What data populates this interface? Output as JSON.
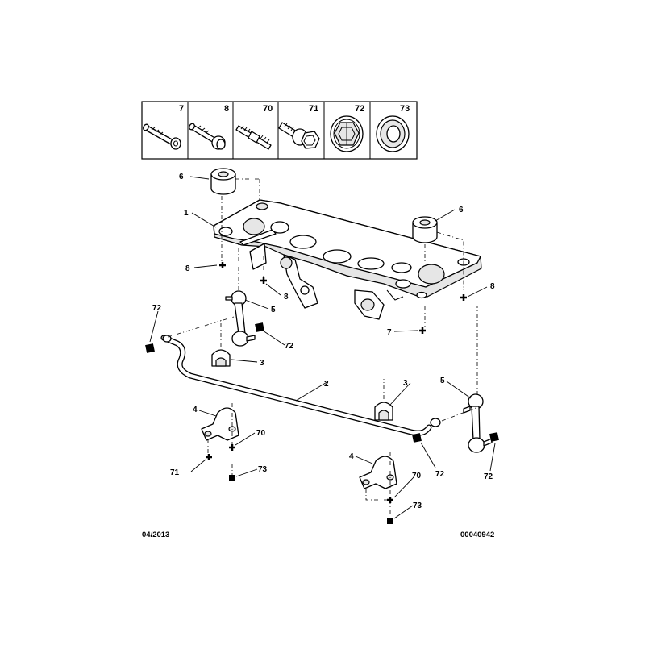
{
  "fastener_legend": {
    "labels": [
      "7",
      "8",
      "70",
      "71",
      "72",
      "73"
    ],
    "icons": [
      "long-bolt-icon",
      "flanged-bolt-icon",
      "stud-icon",
      "short-bolt-washer-icon",
      "hex-nut-washer-icon",
      "flat-nut-icon"
    ]
  },
  "callouts": {
    "c1": "1",
    "c2": "2",
    "c3a": "3",
    "c3b": "3",
    "c4a": "4",
    "c4b": "4",
    "c5a": "5",
    "c5b": "5",
    "c6a": "6",
    "c6b": "6",
    "c7": "7",
    "c8a": "8",
    "c8b": "8",
    "c8c": "8",
    "c70a": "70",
    "c70b": "70",
    "c71": "71",
    "c72a": "72",
    "c72b": "72",
    "c72c": "72",
    "c72d": "72",
    "c73a": "73",
    "c73b": "73"
  },
  "footer": {
    "date": "04/2013",
    "reference": "00040942"
  }
}
